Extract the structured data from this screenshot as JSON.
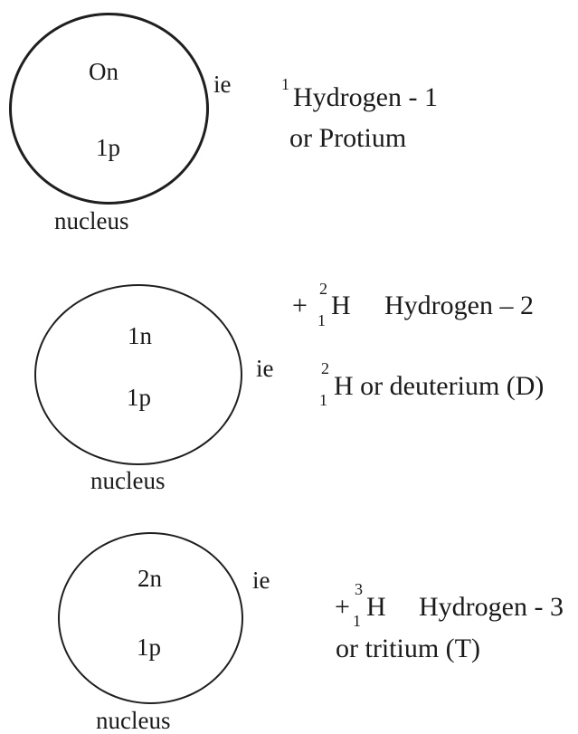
{
  "isotopes": [
    {
      "neutrons": "On",
      "protons": "1p",
      "electrons": "ie",
      "nucleus_label": "nucleus",
      "mass_number": "1",
      "name": "Hydrogen - 1",
      "alt_name": "or Protium"
    },
    {
      "neutrons": "1n",
      "protons": "1p",
      "electrons": "ie",
      "nucleus_label": "nucleus",
      "plus": "+",
      "mass_number": "2",
      "atomic_number": "1",
      "symbol": "H",
      "name": "Hydrogen – 2",
      "alt_mass_number": "2",
      "alt_atomic_number": "1",
      "alt_symbol_name": "H or deuterium (D)"
    },
    {
      "neutrons": "2n",
      "protons": "1p",
      "electrons": "ie",
      "nucleus_label": "nucleus",
      "plus": "+",
      "mass_number": "3",
      "atomic_number": "1",
      "symbol": "H",
      "name": "Hydrogen - 3",
      "alt_name": "or tritium (T)"
    }
  ],
  "colors": {
    "ink": "#1a1a1a",
    "background": "#ffffff"
  }
}
